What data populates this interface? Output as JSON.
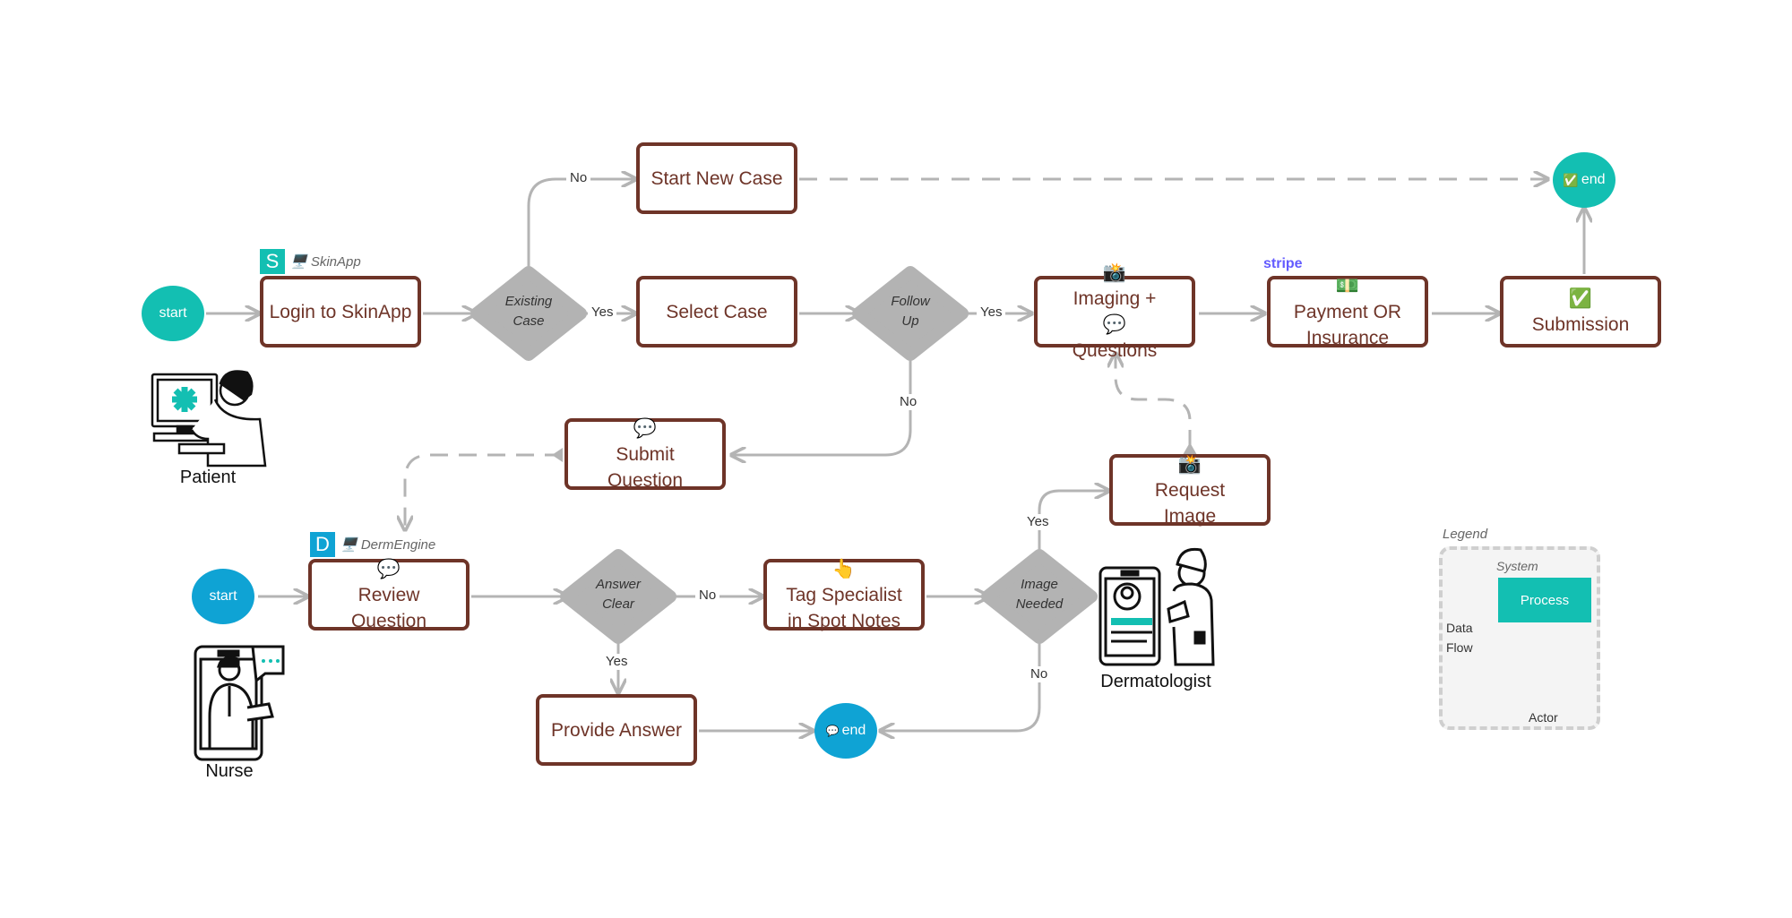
{
  "systems": {
    "skinapp": {
      "letter": "S",
      "name": "🖥️ SkinApp",
      "color": "#13bfb2"
    },
    "dermengine": {
      "letter": "D",
      "name": "🖥️ DermEngine",
      "color": "#0fa3d4"
    },
    "stripe": "stripe"
  },
  "nodes": {
    "start_patient": "start",
    "login": "Login to SkinApp",
    "existing_case": [
      "Existing",
      "Case"
    ],
    "start_new_case": "Start New Case",
    "select_case": "Select Case",
    "follow_up": [
      "Follow",
      "Up"
    ],
    "imaging_questions": [
      "Imaging +",
      "Questions"
    ],
    "payment": [
      "Payment OR",
      "Insurance"
    ],
    "submission": "Submission",
    "end_top": "end",
    "submit_question": [
      "Submit",
      "Question"
    ],
    "request_image": [
      "Request",
      "Image"
    ],
    "start_nurse": "start",
    "review_question": [
      "Review",
      "Question"
    ],
    "answer_clear": [
      "Answer",
      "Clear"
    ],
    "tag_specialist": [
      "Tag Specialist",
      "in Spot Notes"
    ],
    "image_needed": [
      "Image",
      "Needed"
    ],
    "provide_answer": "Provide Answer",
    "end_bottom": "end"
  },
  "edges": {
    "no": "No",
    "yes": "Yes"
  },
  "actors": {
    "patient": "Patient",
    "nurse": "Nurse",
    "dermatologist": "Dermatologist"
  },
  "legend": {
    "title": "Legend",
    "system": "System",
    "process": "Process",
    "data_flow": [
      "Data",
      "Flow"
    ],
    "actor": "Actor"
  },
  "colors": {
    "process_border": "#6e3428",
    "decision": "#b3b3b3",
    "teal": "#13bfb2",
    "blue": "#0fa3d4",
    "arrow": "#b4b4b4"
  }
}
